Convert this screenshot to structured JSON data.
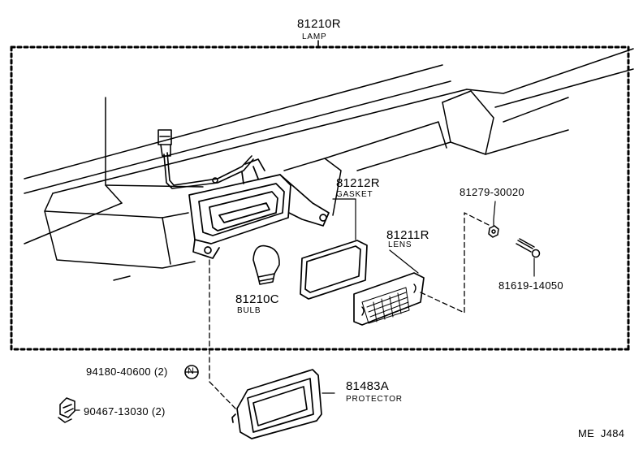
{
  "parts": {
    "lamp": {
      "number": "81210R",
      "name": "LAMP"
    },
    "gasket": {
      "number": "81212R",
      "name": "GASKET"
    },
    "lens": {
      "number": "81211R",
      "name": "LENS"
    },
    "nut": {
      "number": "81279-30020"
    },
    "screw": {
      "number": "81619-14050"
    },
    "bulb": {
      "number": "81210C",
      "name": "BULB"
    },
    "clip": {
      "number": "94180-40600 (2)",
      "symbol": "N"
    },
    "protector": {
      "number": "81483A",
      "name": "PROTECTOR"
    },
    "grommet": {
      "number": "90467-13030 (2)"
    }
  },
  "footer": {
    "ref_code": "ME  J484"
  }
}
